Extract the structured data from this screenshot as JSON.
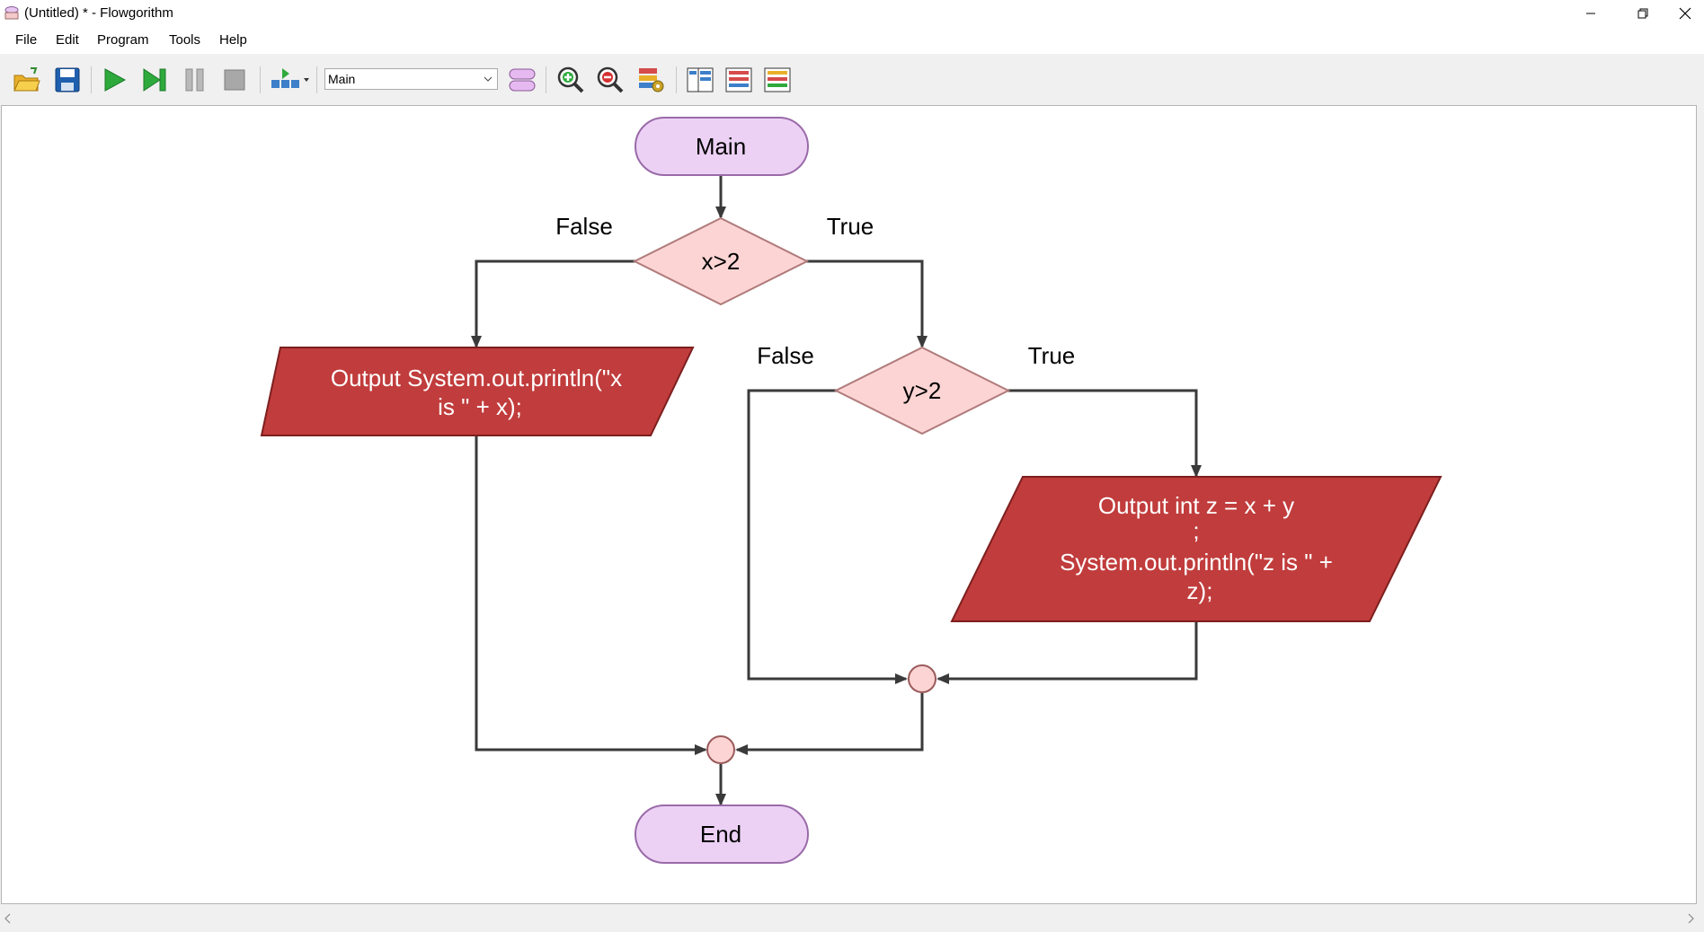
{
  "window": {
    "title": "(Untitled) * - Flowgorithm"
  },
  "menu": {
    "file": "File",
    "edit": "Edit",
    "program": "Program",
    "tools": "Tools",
    "help": "Help"
  },
  "toolbar": {
    "function_select": "Main",
    "icons": [
      "open-folder-icon",
      "save-icon",
      "run-icon",
      "step-icon",
      "pause-icon",
      "stop-icon",
      "layout-dropdown-icon",
      "function-manager-icon",
      "zoom-in-icon",
      "zoom-out-icon",
      "variable-watch-icon",
      "layout-view-1-icon",
      "layout-view-2-icon",
      "layout-view-3-icon"
    ]
  },
  "flowchart": {
    "start": "Main",
    "end": "End",
    "decision1": {
      "condition": "x>2",
      "false_label": "False",
      "true_label": "True"
    },
    "decision2": {
      "condition": "y>2",
      "false_label": "False",
      "true_label": "True"
    },
    "output1": {
      "line1": "Output System.out.println(\"x",
      "line2": "is \" + x);"
    },
    "output2": {
      "line1": "Output int z = x + y",
      "line2": ";",
      "line3": "System.out.println(\"z is \" +",
      "line4": "z);"
    },
    "colors": {
      "terminal_fill": "#ecd1f5",
      "terminal_stroke": "#9a6aa8",
      "decision_fill": "#fcd4d4",
      "decision_stroke": "#b07a7a",
      "output_fill": "#c13c3c",
      "output_stroke": "#7d1f1f",
      "connector_fill": "#fcd4d4",
      "line": "#3a3a3a"
    }
  }
}
